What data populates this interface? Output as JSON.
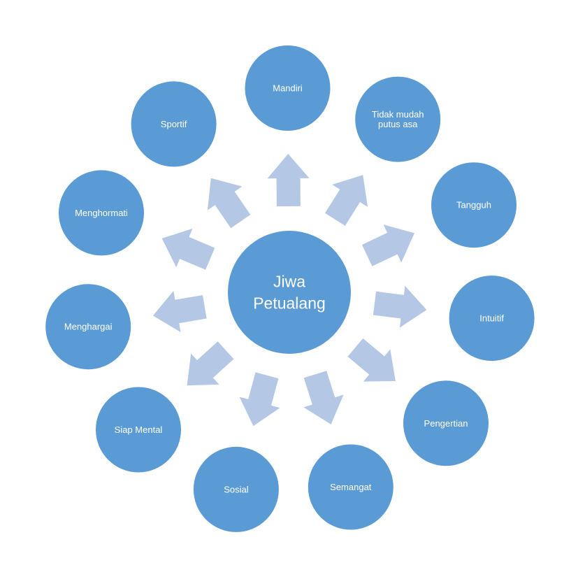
{
  "colors": {
    "node_fill": "#5b9bd5",
    "arrow_fill": "#b4c8e6",
    "text": "#ffffff",
    "background": "#ffffff"
  },
  "center": {
    "label_lines": [
      "Jiwa",
      "Petualang"
    ]
  },
  "nodes": [
    {
      "label_lines": [
        "Mandiri"
      ]
    },
    {
      "label_lines": [
        "Tidak mudah",
        "putus asa"
      ]
    },
    {
      "label_lines": [
        "Tangguh"
      ]
    },
    {
      "label_lines": [
        "Intuitif"
      ]
    },
    {
      "label_lines": [
        "Pengertian"
      ]
    },
    {
      "label_lines": [
        "Semangat"
      ]
    },
    {
      "label_lines": [
        "Sosial"
      ]
    },
    {
      "label_lines": [
        "Siap Mental"
      ]
    },
    {
      "label_lines": [
        "Menghargai"
      ]
    },
    {
      "label_lines": [
        "Menghormati"
      ]
    },
    {
      "label_lines": [
        "Sportif"
      ]
    }
  ]
}
